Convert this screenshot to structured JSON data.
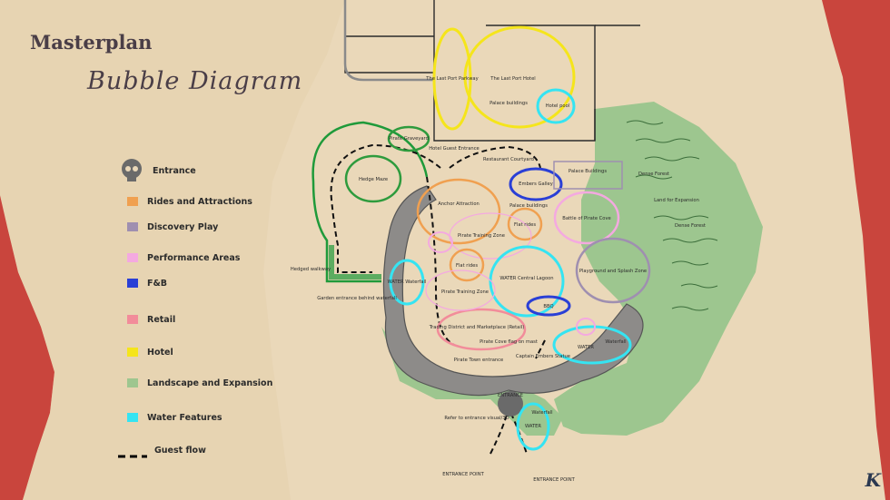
{
  "title": "Masterplan",
  "subtitle": "Bubble Diagram",
  "signature": "K",
  "legend": [
    {
      "label": "Entrance",
      "icon": "skull-icon",
      "color": "#6a6a6a"
    },
    {
      "label": "Rides and Attractions",
      "color": "#f0a050"
    },
    {
      "label": "Discovery Play",
      "color": "#9f8fb0"
    },
    {
      "label": "Performance Areas",
      "color": "#f4a9e0"
    },
    {
      "label": "F&B",
      "color": "#2a3fd6"
    },
    {
      "label": "Retail",
      "color": "#f28c9a"
    },
    {
      "label": "Hotel",
      "color": "#f5e51b"
    },
    {
      "label": "Landscape and Expansion",
      "color": "#9ec68f"
    },
    {
      "label": "Water Features",
      "color": "#35e4f2"
    },
    {
      "label": "Guest flow",
      "icon": "guest-flow-icon",
      "color": "#000000"
    }
  ],
  "zones": {
    "parkway": "The Last Port Parkway",
    "hotel": "The Last Port Hotel",
    "palace_buildings_1": "Palace buildings",
    "hotel_pool": "Hotel pool",
    "hotel_guest_entrance": "Hotel Guest Entrance",
    "pirate_graveyard": "Pirate Graveyard",
    "hedge_maze": "Hedge Maze",
    "restaurant_courtyard": "Restaurant Courtyard",
    "palace_buildings_2": "Palace Buildings",
    "embers_galley": "Embers Galley",
    "dense_forest_1": "Dense Forest",
    "dense_forest_2": "Dense Forest",
    "land_expansion": "Land for Expansion",
    "anchor_attraction": "Anchor Attraction",
    "palace_buildings_3": "Palace buildings",
    "flat_rides_1": "Flat rides",
    "battle_cove": "Battle of Pirate Cove",
    "pirate_training_1": "Pirate Training Zone",
    "flat_rides_2": "Flat rides",
    "water_central": "WATER Central Lagoon",
    "playground": "Playground and Splash Zone",
    "hedged_walkway": "Hedged walkway",
    "water_waterfall_1": "WATER Waterfall",
    "garden_entrance": "Garden entrance behind waterfall",
    "pirate_training_2": "Pirate Training Zone",
    "bbq": "BBQ",
    "trading_district": "Trading District and Marketplace (Retail)",
    "pirate_cove_flag": "Pirate Cove flag on mast",
    "water_2": "WATER",
    "waterfall_2": "Waterfall",
    "pirate_town_entrance": "Pirate Town entrance",
    "captain_statue": "Captain Embers Statue",
    "entrance": "ENTRANCE",
    "refer_entrance": "Refer to entrance visual/3D",
    "waterfall_3": "Waterfall",
    "water_3": "WATER",
    "entrance_point_1": "ENTRANCE POINT",
    "entrance_point_2": "ENTRANCE POINT"
  }
}
